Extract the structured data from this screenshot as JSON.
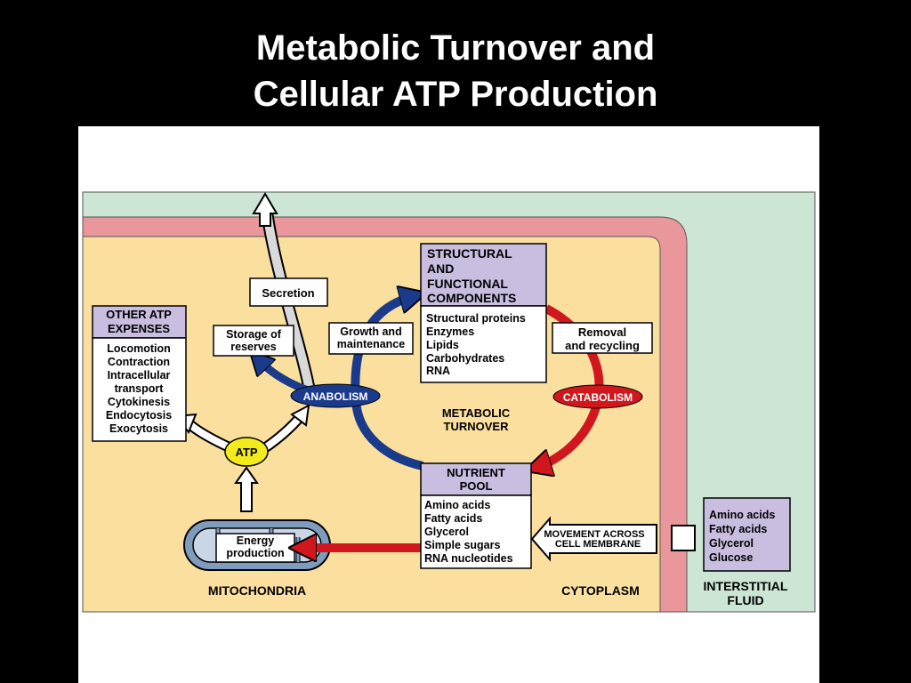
{
  "title": {
    "line1": "Metabolic Turnover and",
    "line2": "Cellular ATP Production"
  },
  "structural": {
    "header": [
      "STRUCTURAL",
      "AND",
      "FUNCTIONAL",
      "COMPONENTS"
    ],
    "items": [
      "Structural proteins",
      "Enzymes",
      "Lipids",
      "Carbohydrates",
      "RNA"
    ]
  },
  "nutrient": {
    "header": [
      "NUTRIENT",
      "POOL"
    ],
    "items": [
      "Amino acids",
      "Fatty acids",
      "Glycerol",
      "Simple sugars",
      "RNA nucleotides"
    ]
  },
  "other_atp": {
    "header": [
      "OTHER ATP",
      "EXPENSES"
    ],
    "items": [
      "Locomotion",
      "Contraction",
      "Intracellular",
      "transport",
      "Cytokinesis",
      "Endocytosis",
      "Exocytosis"
    ]
  },
  "interstitial_box": {
    "items": [
      "Amino acids",
      "Fatty acids",
      "Glycerol",
      "Glucose"
    ]
  },
  "labels": {
    "secretion": "Secretion",
    "storage": [
      "Storage of",
      "reserves"
    ],
    "growth": [
      "Growth and",
      "maintenance"
    ],
    "removal": [
      "Removal",
      "and recycling"
    ],
    "anabolism": "ANABOLISM",
    "catabolism": "CATABOLISM",
    "metabolic_turnover": [
      "METABOLIC",
      "TURNOVER"
    ],
    "atp": "ATP",
    "energy": [
      "Energy",
      "production"
    ],
    "movement": [
      "MOVEMENT ACROSS",
      "CELL MEMBRANE"
    ],
    "mitochondria": "MITOCHONDRIA",
    "cytoplasm": "CYTOPLASM",
    "interstitial_fluid": [
      "INTERSTITIAL",
      "FLUID"
    ]
  },
  "colors": {
    "cytoplasm": "#fbdf9f",
    "membrane": "#e9979a",
    "fluid": "#cce5d5",
    "anabolism": "#1a3a8c",
    "catabolism": "#d1171e",
    "box_header": "#c9bde0",
    "atp": "#f2ec1c",
    "mito": "#7f9cbd"
  }
}
